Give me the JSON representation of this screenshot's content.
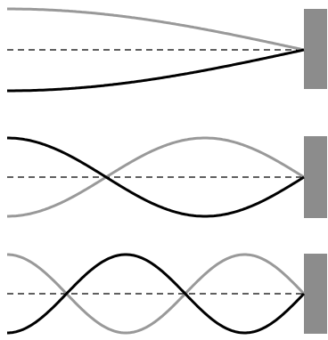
{
  "colors": {
    "background": "#ffffff",
    "dark_wave": "#000000",
    "light_wave": "#999999",
    "axis": "#000000",
    "wall": "#8c8c8c"
  },
  "panels": [
    {
      "mode": 1,
      "description_icon": "standing-wave-mode-1"
    },
    {
      "mode": 2,
      "description_icon": "standing-wave-mode-2"
    },
    {
      "mode": 3,
      "description_icon": "standing-wave-mode-3"
    }
  ]
}
